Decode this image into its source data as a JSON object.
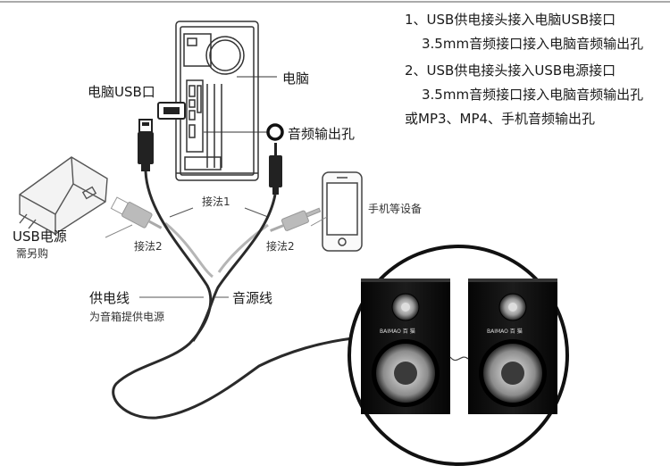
{
  "instructions": [
    "1、USB供电接头接入电脑USB接口",
    "3.5mm音频接口接入电脑音频输出孔",
    "2、USB供电接头接入USB电源接口",
    "3.5mm音频接口接入电脑音频输出孔",
    "或MP3、MP4、手机音频输出孔"
  ],
  "labels": {
    "computer": "电脑",
    "computer_usb": "电脑USB口",
    "audio_out": "音频输出孔",
    "method1": "接法1",
    "method2_left": "接法2",
    "method2_right": "接法2",
    "phone": "手机等设备",
    "usb_power": "USB电源",
    "usb_power_note": "需另购",
    "power_cable": "供电线",
    "power_cable_note": "为音箱提供电源",
    "audio_cable": "音源线",
    "speaker_brand_left": "BAIMAO 百 猫",
    "speaker_brand_right": "BAIMAO 百 猫"
  },
  "colors": {
    "line": "#333333",
    "speaker_body": "#111111",
    "woofer_cone": "#9a9a9a",
    "background": "#ffffff"
  }
}
